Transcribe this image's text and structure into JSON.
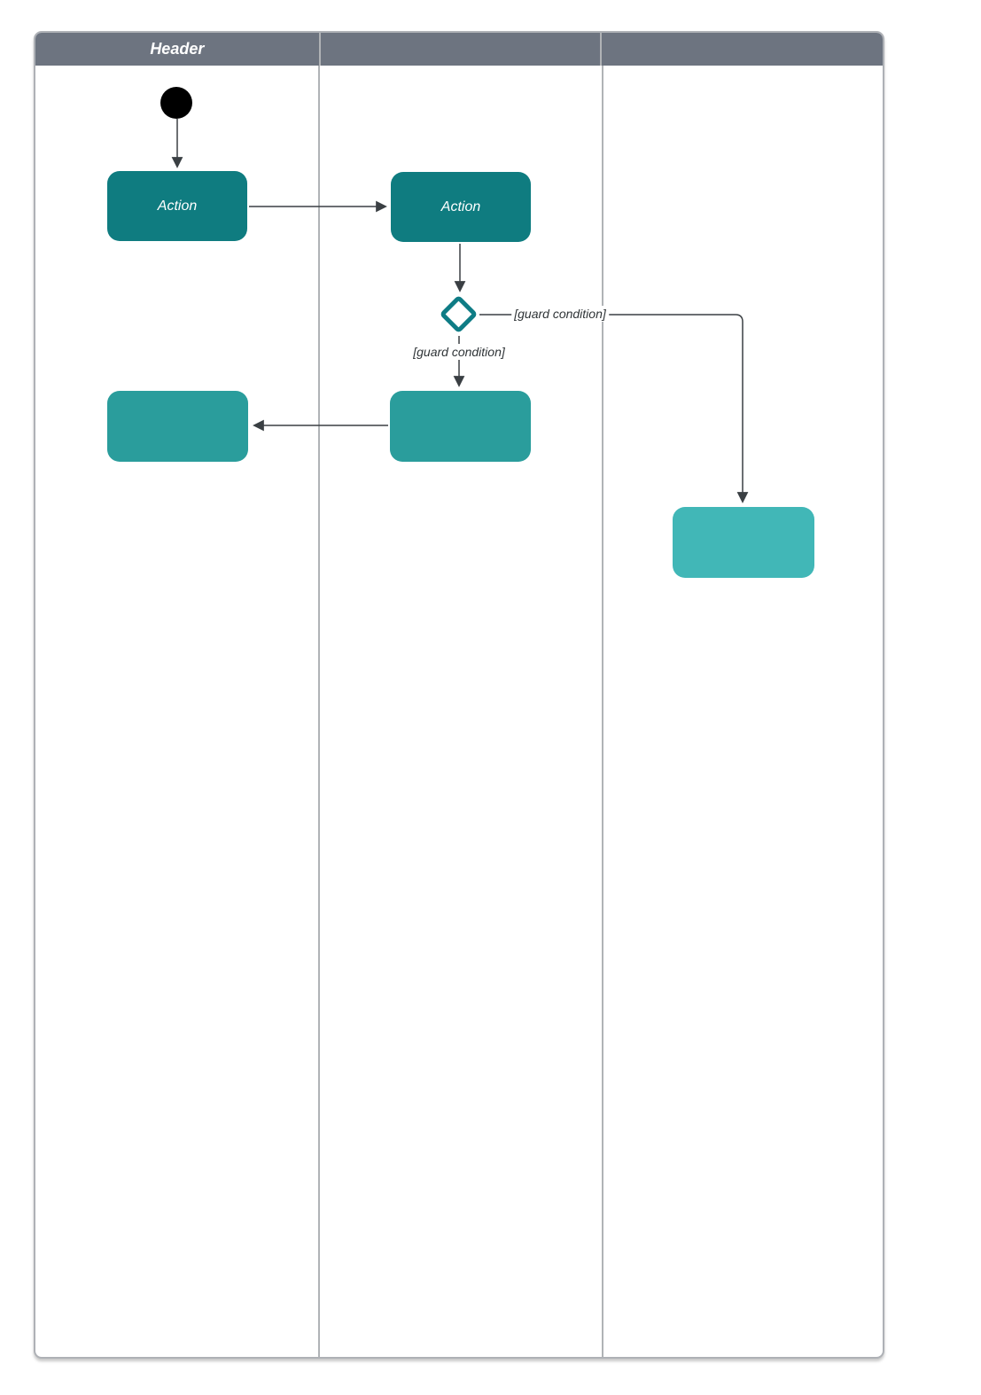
{
  "pool": {
    "lanes": [
      {
        "header_label": "Header"
      },
      {
        "header_label": ""
      },
      {
        "header_label": ""
      }
    ]
  },
  "nodes": {
    "initial": {
      "kind": "initial-node"
    },
    "action1": {
      "label": "Action"
    },
    "action2": {
      "label": "Action"
    },
    "decision": {
      "kind": "decision-node"
    },
    "activity_left": {
      "label": ""
    },
    "activity_middle": {
      "label": ""
    },
    "activity_right": {
      "label": ""
    }
  },
  "edges": [
    {
      "from": "initial",
      "to": "action1",
      "label": ""
    },
    {
      "from": "action1",
      "to": "action2",
      "label": ""
    },
    {
      "from": "action2",
      "to": "decision",
      "label": ""
    },
    {
      "from": "decision",
      "to": "activity_right",
      "label": "[guard condition]"
    },
    {
      "from": "decision",
      "to": "activity_middle",
      "label": "[guard condition]"
    },
    {
      "from": "activity_middle",
      "to": "activity_left",
      "label": ""
    }
  ],
  "colors": {
    "header_bg": "#6d7480",
    "header_text": "#ffffff",
    "lane_border": "#b0b3b6",
    "action_dark": "#0f7c80",
    "activity_medium": "#2a9d9c",
    "activity_light": "#41b7b7",
    "decision_stroke": "#0e7c85",
    "initial_fill": "#000000",
    "edge": "#3a3f43",
    "label_text": "#2f3437"
  }
}
